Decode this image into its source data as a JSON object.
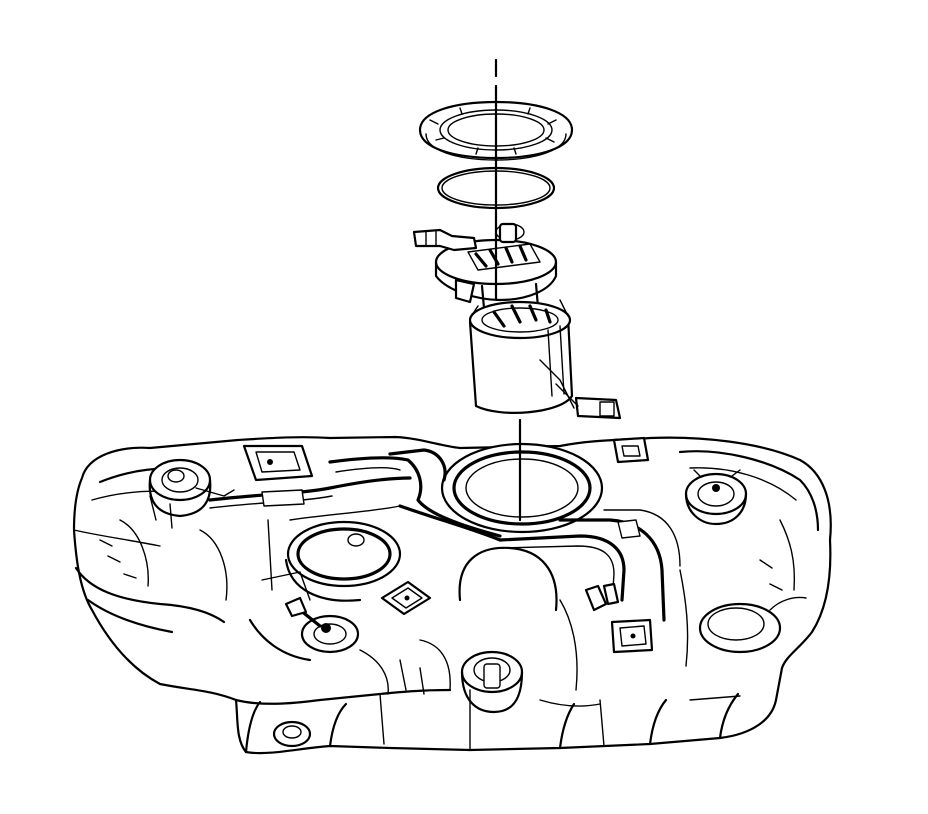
{
  "figure": {
    "components": [
      {
        "id": "lock-ring",
        "icon": "lock-ring-icon"
      },
      {
        "id": "o-ring-seal",
        "icon": "seal-ring-icon"
      },
      {
        "id": "fuel-pump-module",
        "icon": "fuel-pump-module-icon"
      },
      {
        "id": "fuel-tank",
        "icon": "fuel-tank-icon"
      }
    ],
    "line_color": "#000000",
    "background_color": "#ffffff"
  }
}
